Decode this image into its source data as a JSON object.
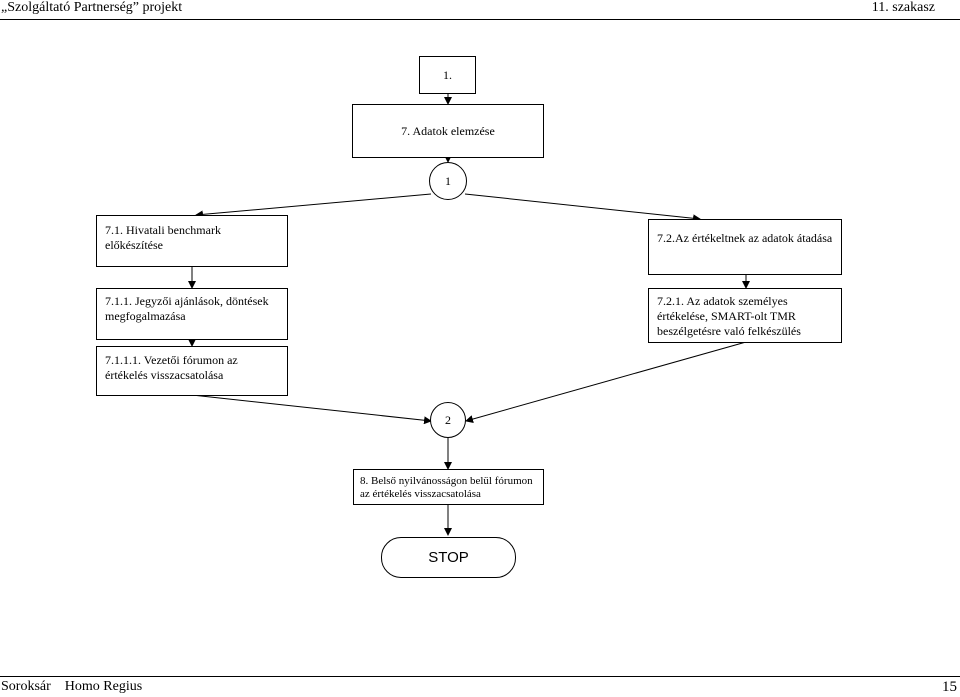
{
  "header": {
    "left": "„Szolgáltató Partnerség” projekt",
    "right": "11. szakasz"
  },
  "footer": {
    "left": "Soroksár    Homo Regius",
    "page": "15"
  },
  "diagram": {
    "start_connector": "1.",
    "step_7": "7. Adatok elemzése",
    "connector_1": "1",
    "step_7_1": "7.1. Hivatali benchmark előkészítése",
    "step_7_1_1": "7.1.1. Jegyzői ajánlások, döntések megfogalmazása",
    "step_7_1_1_1": "7.1.1.1. Vezetői fórumon az értékelés visszacsatolása",
    "step_7_2": "7.2.Az értékeltnek az adatok átadása",
    "step_7_2_1": "7.2.1. Az adatok személyes értékelése, SMART-olt TMR beszélgetésre való felkészülés",
    "connector_2": "2",
    "step_8": "8. Belső nyilvánosságon belül fórumon az értékelés visszacsatolása",
    "stop": "STOP"
  }
}
